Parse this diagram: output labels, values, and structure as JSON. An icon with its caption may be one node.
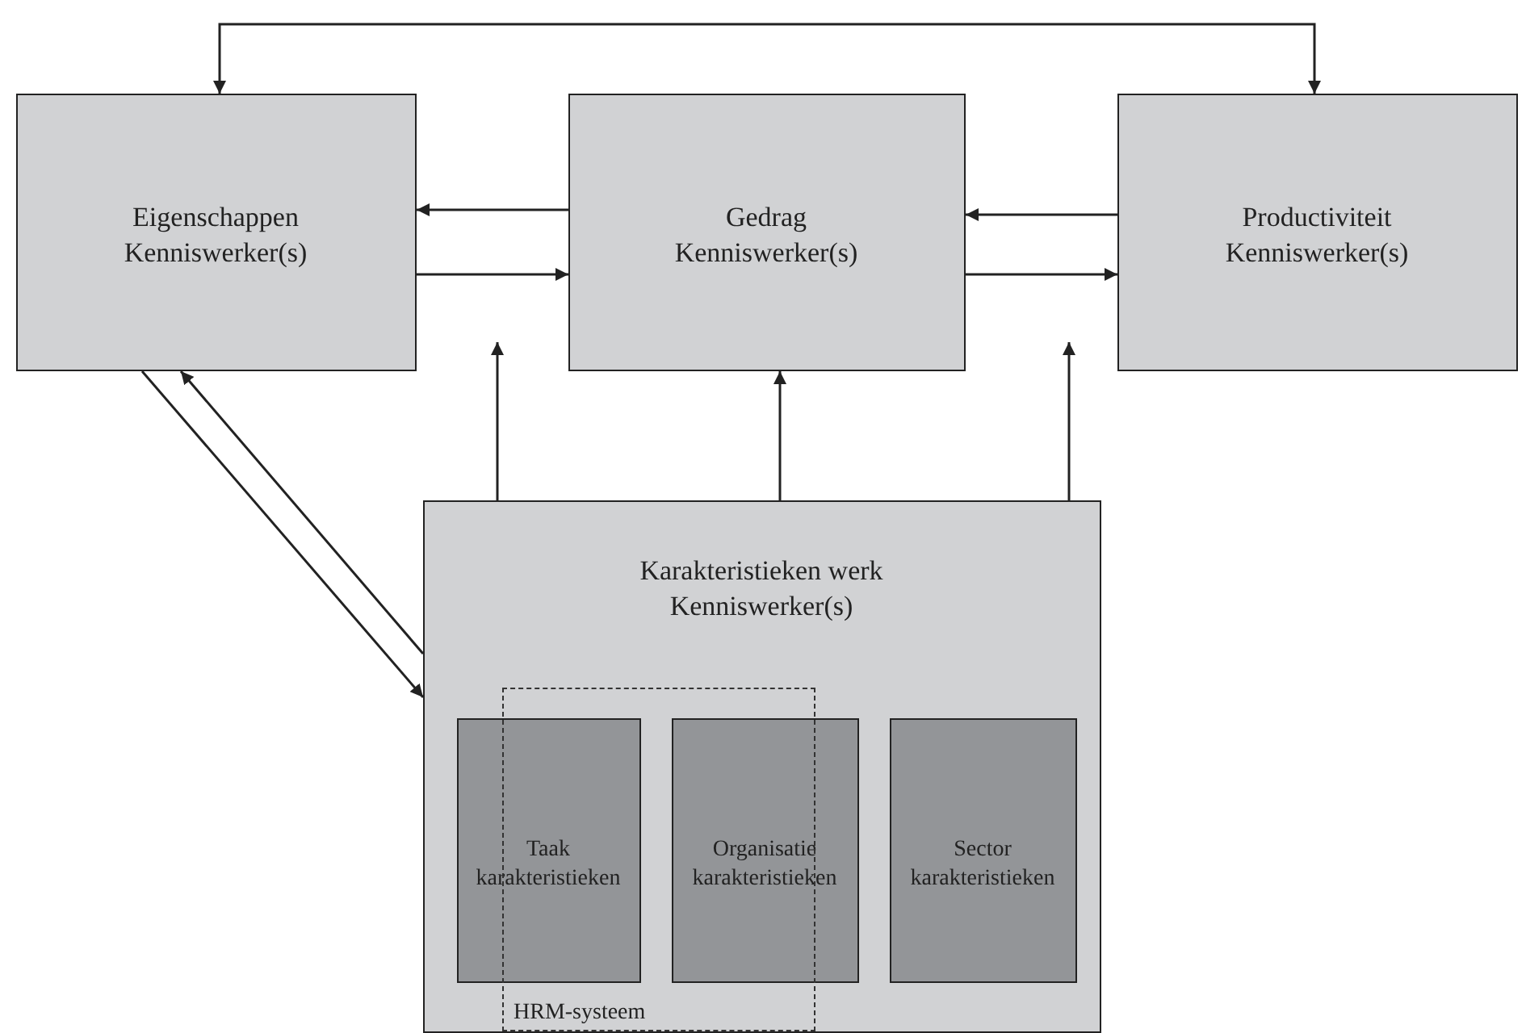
{
  "diagram": {
    "nodes": [
      {
        "text": [
          "Eigenschappen Kenniswerker(s)"
        ]
      },
      {
        "text": [
          "Gedrag Kenniswerker(s)"
        ]
      },
      {
        "text": [
          "Productiviteit Kenniswerker(s)"
        ]
      },
      {
        "text": [
          "Karakteristieken werk Kenniswerker(s)"
        ]
      },
      {
        "text": [
          "Taak karakteristieken"
        ],
        "in": 3
      },
      {
        "text": [
          "Organisatie karakteristieken"
        ],
        "in": 3
      },
      {
        "text": [
          "Sector karakteristieken"
        ],
        "in": 3
      },
      {
        "text": [
          "HRM-systeem"
        ],
        "in": 3
      }
    ],
    "edges": [
      {
        "from": 0,
        "to": 2,
        "arrow": "both"
      },
      {
        "from": 1,
        "to": 0,
        "arrow": "to"
      },
      {
        "from": 0,
        "to": 1,
        "arrow": "to"
      },
      {
        "from": 2,
        "to": 1,
        "arrow": "to"
      },
      {
        "from": 1,
        "to": 2,
        "arrow": "to"
      },
      {
        "from": 3,
        "to": null,
        "arrow": "to"
      },
      {
        "from": 3,
        "to": 1,
        "arrow": "to"
      },
      {
        "from": 3,
        "to": null,
        "arrow": "to"
      },
      {
        "from": 3,
        "to": 0,
        "arrow": "to"
      },
      {
        "from": 0,
        "to": 3,
        "arrow": "to"
      }
    ]
  }
}
